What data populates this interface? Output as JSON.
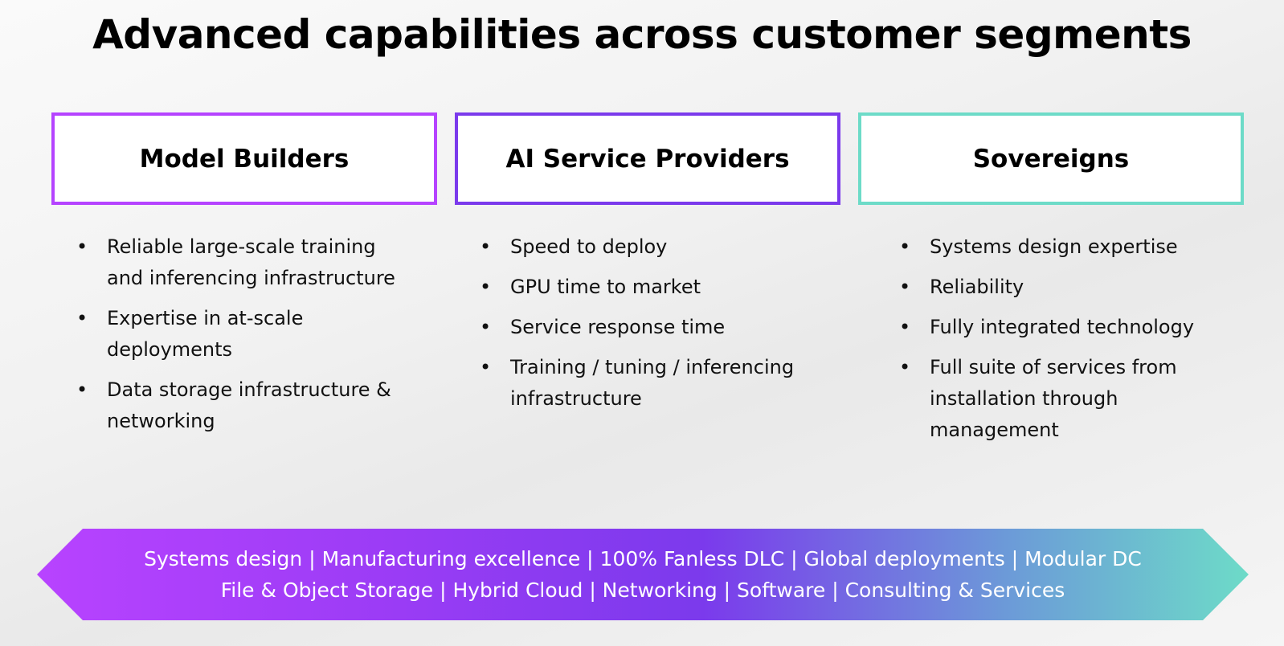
{
  "title": "Advanced capabilities across customer segments",
  "segments": [
    {
      "name": "Model Builders",
      "color": "#b543ff",
      "bullets": [
        "Reliable large-scale training and inferencing infrastructure",
        "Expertise in at-scale deployments",
        "Data storage infrastructure & networking"
      ]
    },
    {
      "name": "AI Service Providers",
      "color": "#7b3aec",
      "bullets": [
        "Speed to deploy",
        "GPU time to market",
        "Service response time",
        "Training / tuning / inferencing infrastructure"
      ]
    },
    {
      "name": "Sovereigns",
      "color": "#6ddbc8",
      "bullets": [
        "Systems design expertise",
        "Reliability",
        "Fully integrated technology",
        "Full suite of services from installation through management"
      ]
    }
  ],
  "banner": {
    "line1": "Systems design | Manufacturing excellence | 100% Fanless DLC | Global deployments | Modular DC",
    "line2": "File & Object Storage | Hybrid Cloud | Networking | Software | Consulting & Services"
  }
}
